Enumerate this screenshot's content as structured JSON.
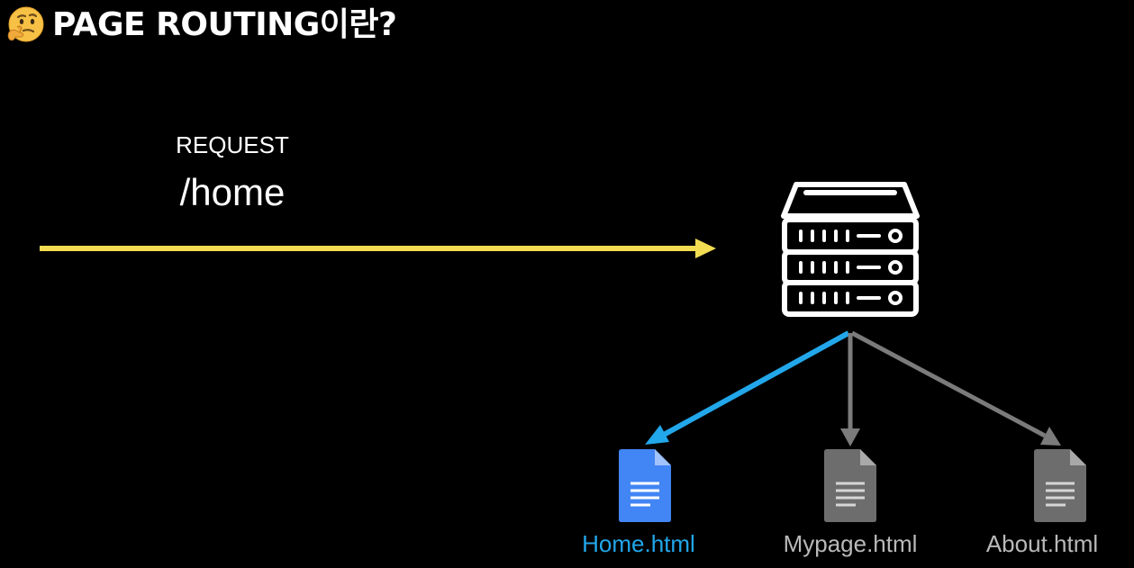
{
  "title": {
    "emoji_icon": "thinking-face-icon",
    "text": "PAGE ROUTING이란?"
  },
  "request": {
    "label": "REQUEST",
    "path": "/home"
  },
  "server": {
    "icon": "server-rack-icon"
  },
  "files": [
    {
      "name": "Home.html",
      "icon": "document-icon",
      "active": true
    },
    {
      "name": "Mypage.html",
      "icon": "document-icon",
      "active": false
    },
    {
      "name": "About.html",
      "icon": "document-icon",
      "active": false
    }
  ],
  "colors": {
    "background": "#000000",
    "request_arrow": "#f2dc52",
    "active_route": "#22a7ea",
    "inactive_route": "#7b7b7b",
    "active_file": "#4285f4",
    "inactive_file": "#6d6d6d",
    "text": "#ffffff"
  }
}
